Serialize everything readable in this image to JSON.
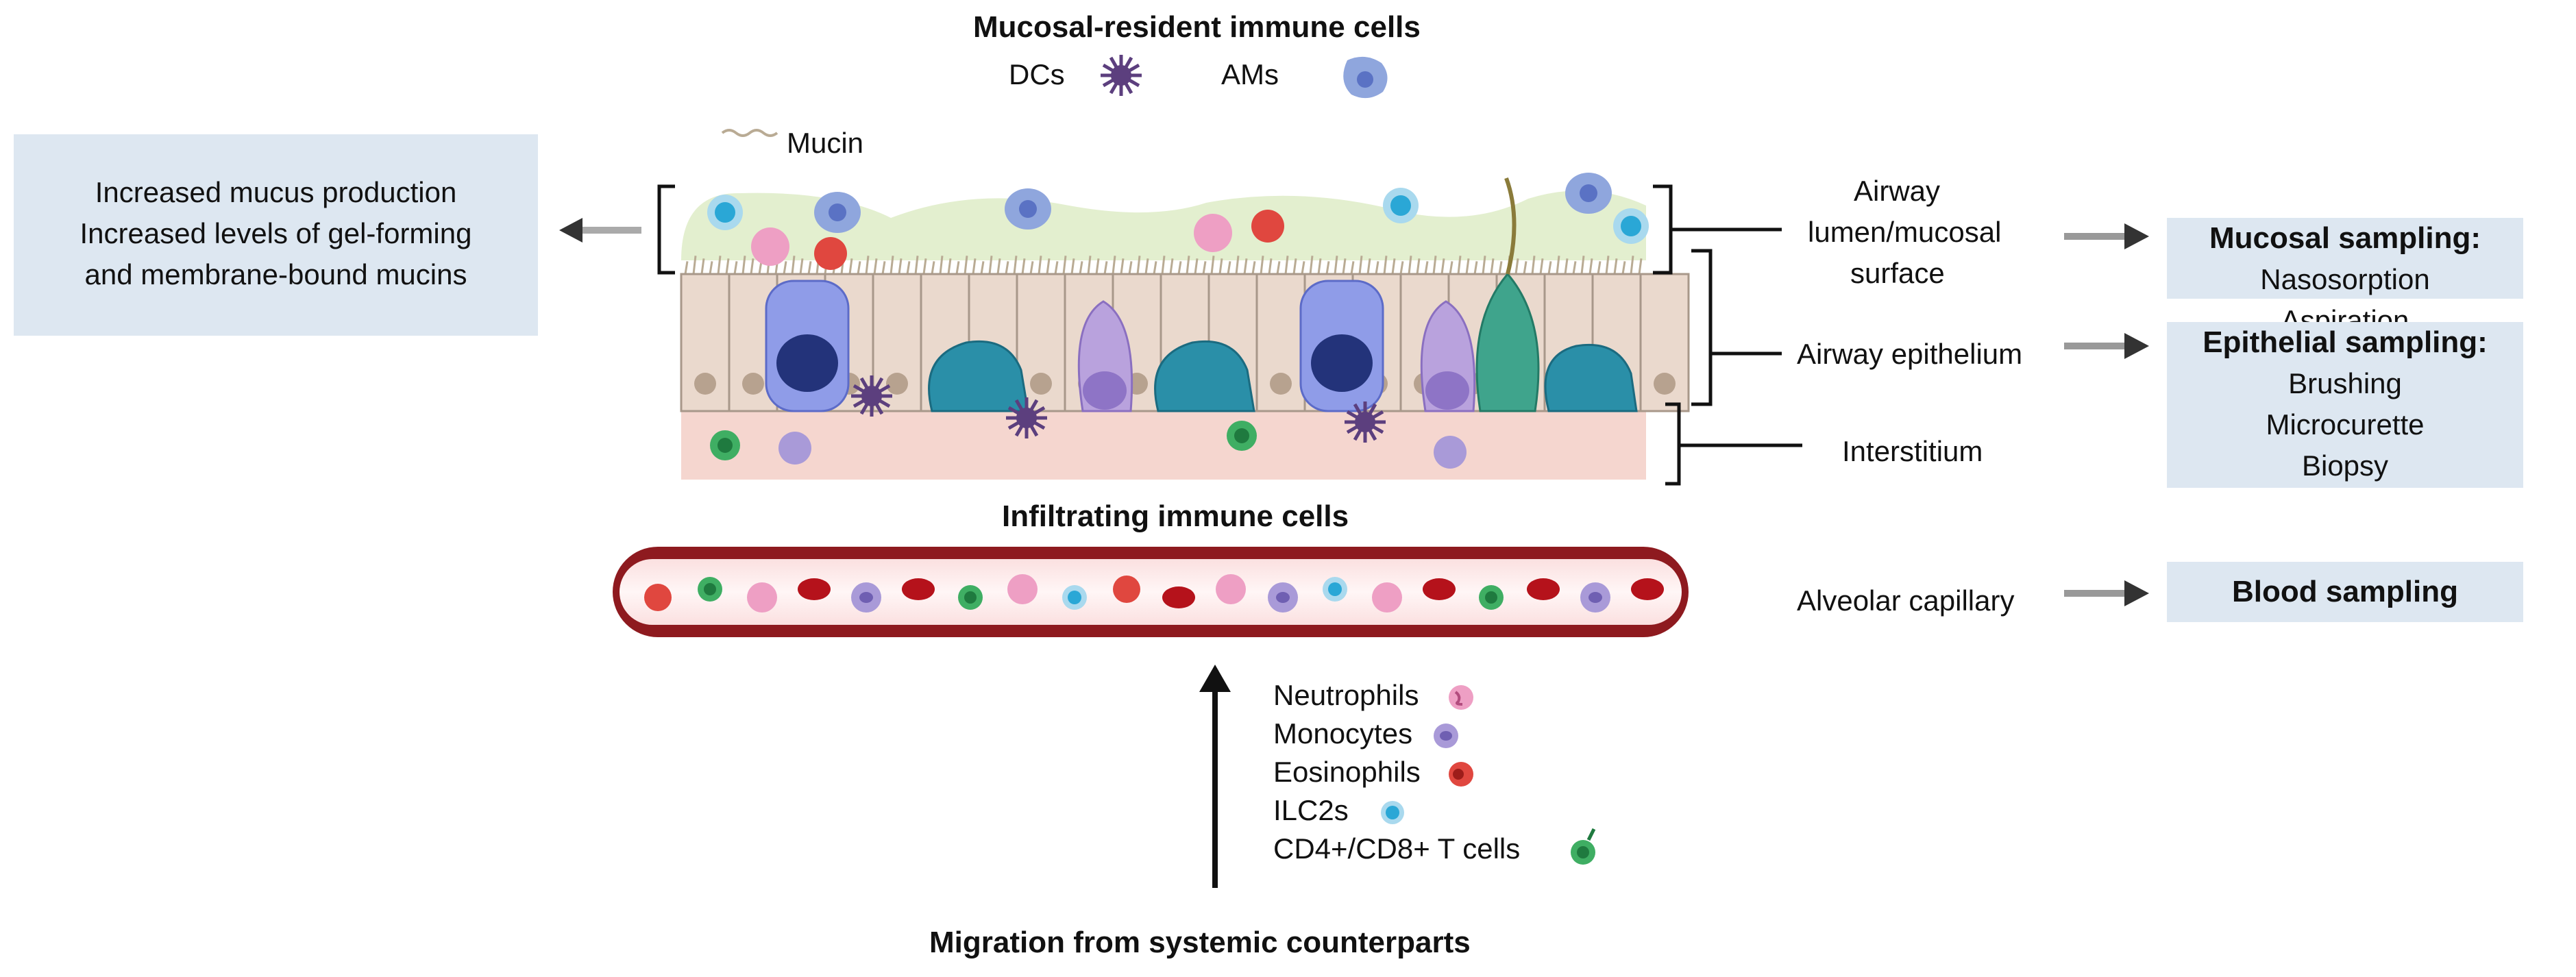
{
  "resident": {
    "title": "Mucosal-resident immune cells",
    "dcs": "DCs",
    "ams": "AMs"
  },
  "mucin_label": "Mucin",
  "left_box": {
    "lines": [
      "Increased mucus production",
      "Increased levels of gel-forming",
      "and membrane-bound mucins"
    ]
  },
  "layers": {
    "lumen": [
      "Airway",
      "lumen/mucosal",
      "surface"
    ],
    "epithelium": "Airway epithelium",
    "interstitium": "Interstitium",
    "capillary": "Alveolar capillary"
  },
  "sampling": {
    "mucosal": {
      "title": "Mucosal sampling:",
      "methods": [
        "Nasosorption",
        "Aspiration"
      ]
    },
    "epithelial": {
      "title": "Epithelial sampling:",
      "methods": [
        "Brushing",
        "Microcurette",
        "Biopsy"
      ]
    },
    "blood": {
      "title": "Blood sampling"
    }
  },
  "infiltrating_title": "Infiltrating immune cells",
  "legend": [
    "Neutrophils",
    "Monocytes",
    "Eosinophils",
    "ILC2s",
    "CD4+/CD8+ T cells"
  ],
  "migration_label": "Migration from systemic counterparts",
  "colors": {
    "box_bg": "#dde7f1",
    "mucus": "#e3efcf",
    "epithelial_cell": "#ead9cd",
    "interstitium": "#f5d6cf",
    "vessel_wall": "#8e1a1f",
    "vessel_lumen": "#fff4f4",
    "neutrophil": "#ee9fc4",
    "monocyte": "#a99ad8",
    "eosinophil": "#e0473f",
    "ilc2": "#2aa7d6",
    "t_cell": "#3fae63",
    "dc": "#5c3f7e",
    "am": "#8fa6dd"
  }
}
